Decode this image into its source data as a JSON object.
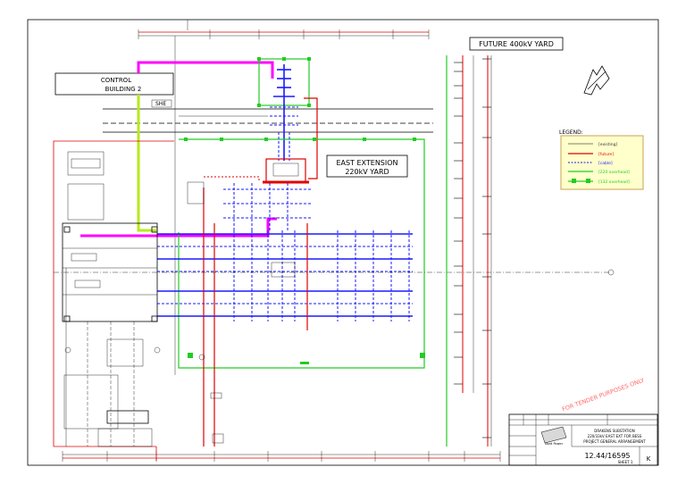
{
  "drawing": {
    "control_building_line1": "CONTROL",
    "control_building_line2": "BUILDING 2",
    "she_label": "SHE",
    "future_yard": "FUTURE 400kV YARD",
    "east_ext_line1": "EAST EXTENSION",
    "east_ext_line2": "220kV YARD",
    "tender_stamp": "FOR TENDER PURPOSES ONLY"
  },
  "legend": {
    "title": "LEGEND:",
    "items": [
      {
        "label": "[existing]",
        "style": "black-thin"
      },
      {
        "label": "[future]",
        "style": "red"
      },
      {
        "label": "[cable]",
        "style": "blue-dash"
      },
      {
        "label": "[220 overhead]",
        "style": "green"
      },
      {
        "label": "[132 overhead]",
        "style": "green-boxed"
      }
    ]
  },
  "title_block": {
    "line1": "DRAKENS SUBSTATION",
    "line2": "220/33kV EAST EXT FOR BESS",
    "line3": "PROJECT GENERAL ARRANGEMENT",
    "drawing_no": "12.44/16595",
    "sheet": "SHEET 1",
    "rev": "K",
    "company": "Nord Power"
  },
  "colors": {
    "existing": "#000000",
    "future": "#e00000",
    "cable": "#1a1aff",
    "overhead": "#22cc22",
    "pink_cable": "#ff00ff",
    "lime_route": "#b6ea1a",
    "legend_fill": "#ffffcc",
    "legend_border": "#c8a050"
  }
}
